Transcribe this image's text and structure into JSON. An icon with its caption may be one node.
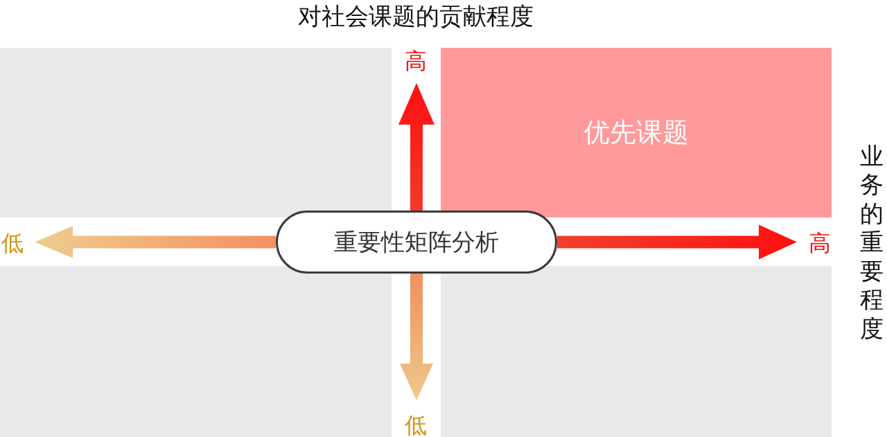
{
  "diagram": {
    "nodes": [
      {
        "text": [],
        "shape": "box"
      },
      {
        "text": [
          "优先课题"
        ]
      },
      {
        "text": [
          "重要性矩阵分析"
        ]
      },
      {
        "text": [],
        "shape": "box"
      },
      {
        "text": [],
        "shape": "box"
      }
    ],
    "edges": [
      {
        "from": 2,
        "to": null,
        "arrow": "to"
      },
      {
        "from": 2,
        "to": null,
        "arrow": "to"
      },
      {
        "from": 2,
        "to": null,
        "arrow": "to"
      },
      {
        "from": 2,
        "to": null,
        "arrow": "to"
      }
    ],
    "labels": [
      "对社会课题的贡献程度",
      "高",
      "低",
      "高",
      "业务的重要程度",
      "低"
    ]
  }
}
